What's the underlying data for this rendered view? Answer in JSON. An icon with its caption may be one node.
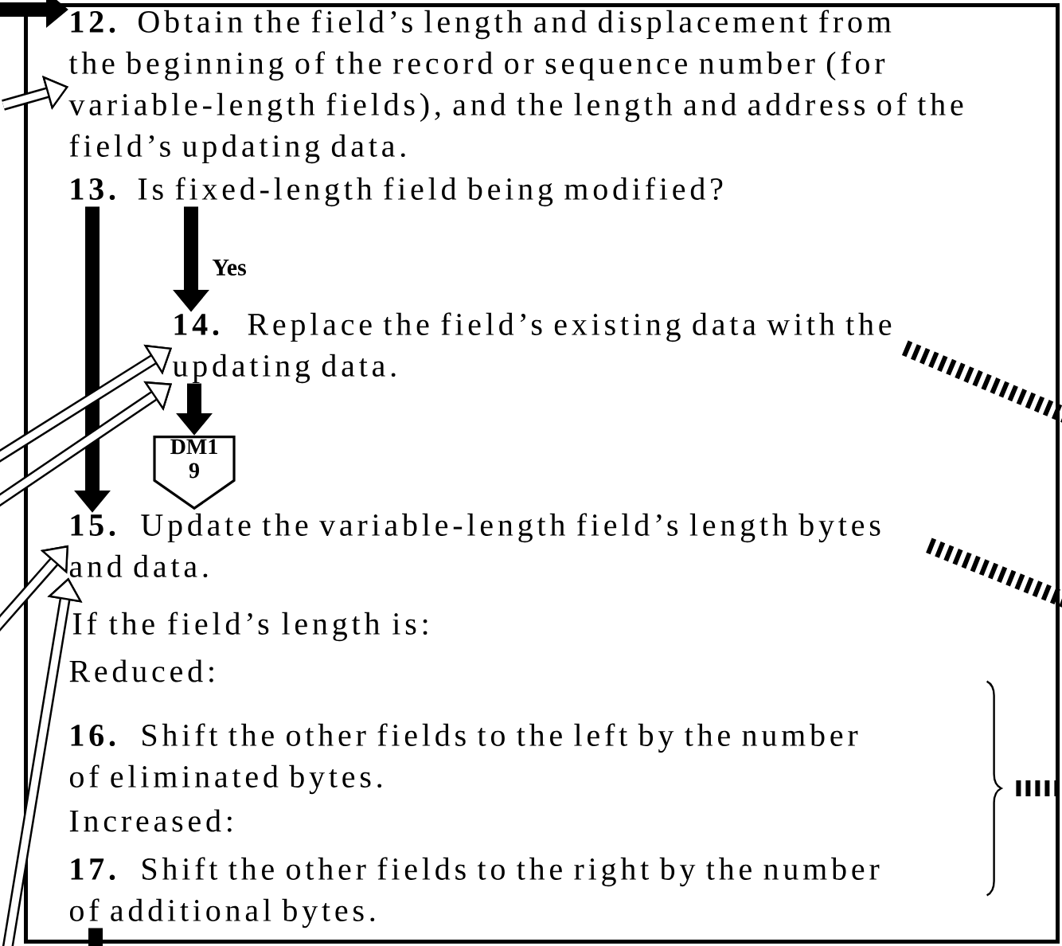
{
  "diagram": {
    "nodes": [
      {
        "text": [],
        "shape": "box"
      },
      {
        "text": [
          "12.",
          "Obtain the field’s length and displacement from the beginning of the record or sequence number (for variable-length fields), and the length and address of the field’s updating data."
        ],
        "in": 0
      },
      {
        "text": [
          "13.",
          "Is fixed-length field being modified?"
        ],
        "in": 0
      },
      {
        "text": [
          "14.",
          "Replace the field’s existing data with the updating data."
        ],
        "in": 0
      },
      {
        "text": [
          "DM1",
          "9"
        ],
        "in": 0
      },
      {
        "text": [
          "15.",
          "Update the variable-length field’s length bytes and data."
        ],
        "in": 0
      },
      {
        "text": [
          "16.",
          "Shift the other fields to the left by the number of eliminated bytes."
        ],
        "in": 0
      },
      {
        "text": [
          "17.",
          "Shift the other fields to the right by the number of additional bytes."
        ],
        "in": 0
      },
      {
        "text": [],
        "shape": "bracket",
        "in": 0
      }
    ],
    "edges": [
      {
        "from": 2,
        "to": 3,
        "arrow": "to",
        "label": "Yes"
      },
      {
        "from": 3,
        "to": 4,
        "arrow": "to"
      },
      {
        "from": 2,
        "to": 5,
        "arrow": "to"
      },
      {
        "from": 7,
        "to": null,
        "arrow": "none"
      },
      {
        "from": null,
        "to": 1,
        "arrow": "to"
      },
      {
        "from": null,
        "to": 1,
        "arrow": "to"
      },
      {
        "from": null,
        "to": 3,
        "arrow": "to"
      },
      {
        "from": null,
        "to": 3,
        "arrow": "to"
      },
      {
        "from": null,
        "to": 5,
        "arrow": "to"
      },
      {
        "from": null,
        "to": 5,
        "arrow": "to"
      },
      {
        "from": 3,
        "to": null,
        "arrow": "none",
        "style": "dashed"
      },
      {
        "from": 5,
        "to": null,
        "arrow": "none",
        "style": "dashed"
      },
      {
        "from": 8,
        "to": null,
        "arrow": "none",
        "style": "dashed"
      }
    ],
    "labels": [
      "If the field’s length is:",
      "Reduced:",
      "Increased:"
    ]
  }
}
